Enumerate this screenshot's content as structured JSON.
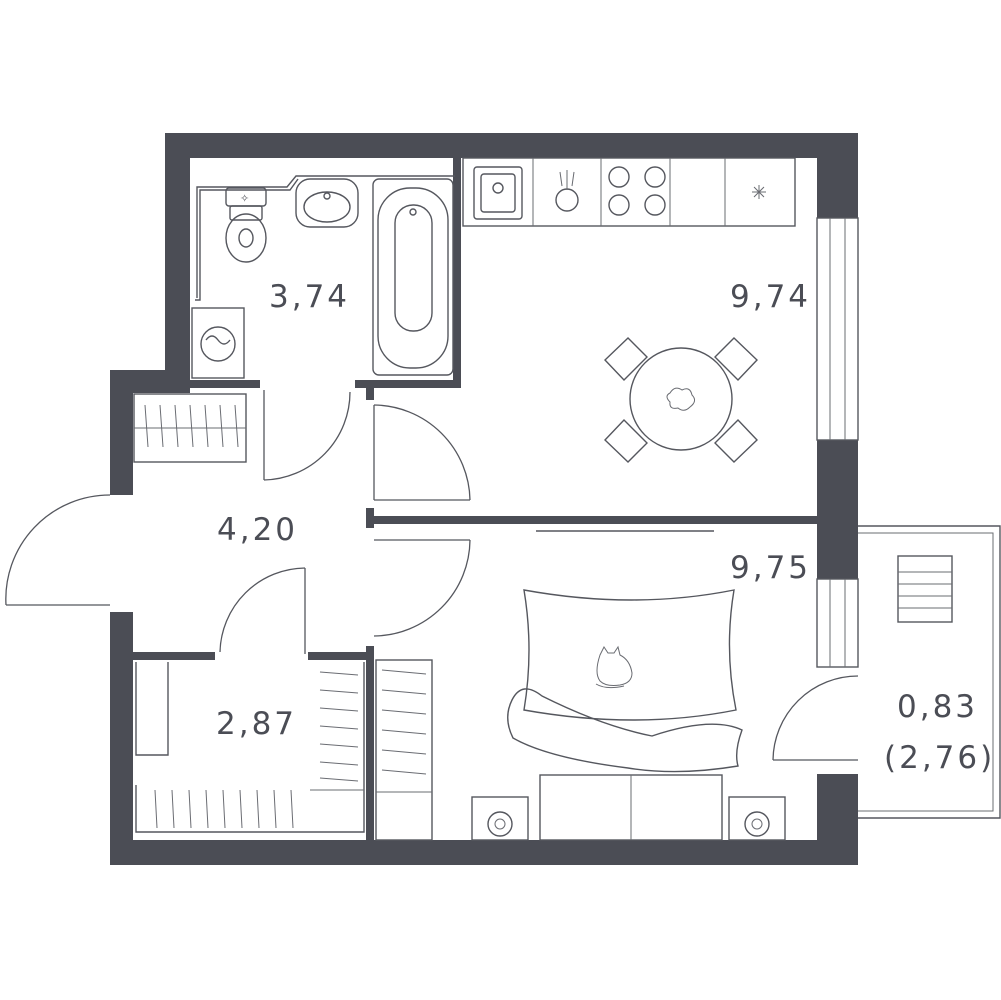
{
  "plan": {
    "rooms": [
      {
        "id": "bathroom",
        "area": "3,74"
      },
      {
        "id": "kitchen",
        "area": "9,74"
      },
      {
        "id": "hall",
        "area": "4,20"
      },
      {
        "id": "bedroom",
        "area": "9,75"
      },
      {
        "id": "wardrobe",
        "area": "2,87"
      },
      {
        "id": "balcony",
        "area": "0,83",
        "area_full": "(2,76)"
      }
    ],
    "icons": [
      "toilet-icon",
      "sink-icon",
      "bathtub-icon",
      "washing-machine-icon",
      "kitchen-sink-icon",
      "faucet-icon",
      "cooktop-icon",
      "fridge-icon",
      "dining-table-icon",
      "chair-icon",
      "bed-icon",
      "cat-icon",
      "nightstand-lamp-icon",
      "balcony-chair-icon",
      "wardrobe-icon"
    ],
    "colors": {
      "wall": "#4b4d55",
      "line": "#55575e",
      "background": "#ffffff"
    }
  }
}
